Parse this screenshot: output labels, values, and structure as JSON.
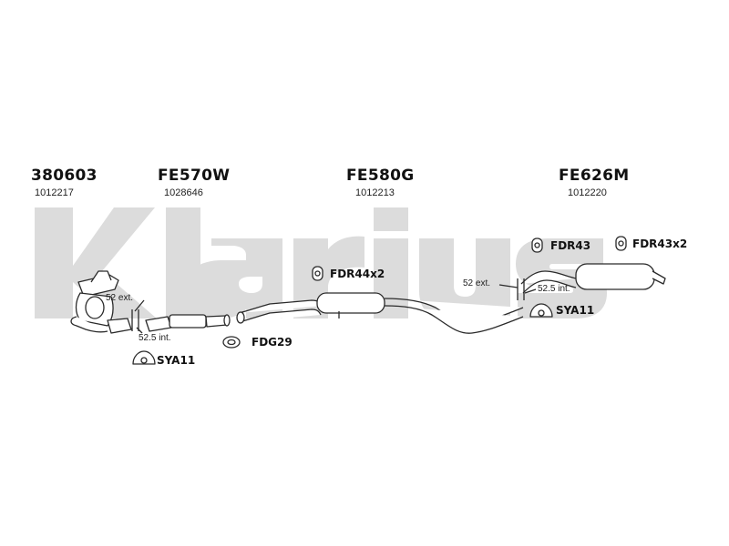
{
  "watermark": {
    "text": "Klarius",
    "color": "#dcdcdc"
  },
  "parts": [
    {
      "code": "380603",
      "number": "1012217"
    },
    {
      "code": "FE570W",
      "number": "1028646"
    },
    {
      "code": "FE580G",
      "number": "1012213"
    },
    {
      "code": "FE626M",
      "number": "1012220"
    }
  ],
  "fittings": {
    "mount_left": "SYA11",
    "gasket": "FDG29",
    "hanger_mid": "FDR44x2",
    "hanger_r1": "FDR43",
    "hanger_r2": "FDR43x2",
    "mount_right": "SYA11"
  },
  "notes": {
    "ext_left": "52 ext.",
    "int_left": "52.5 int.",
    "ext_right": "52 ext.",
    "int_right": "52.5 int."
  },
  "colors": {
    "line": "#2a2a2a",
    "fill": "#ffffff",
    "watermark": "#dcdcdc"
  }
}
